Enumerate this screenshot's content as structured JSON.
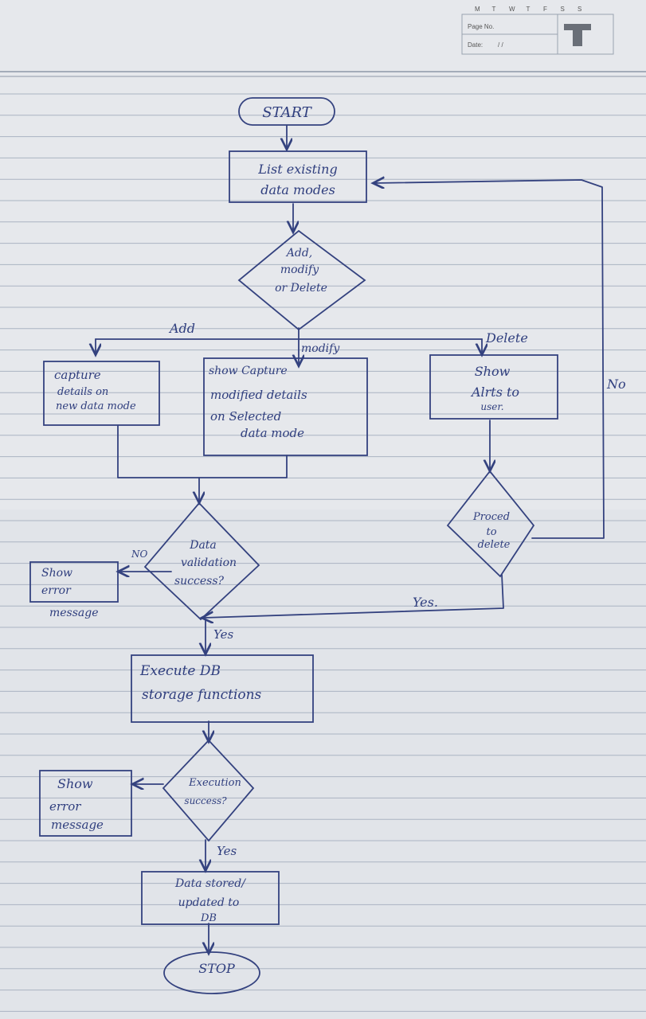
{
  "header": {
    "days": [
      "M",
      "T",
      "W",
      "T",
      "F",
      "S",
      "S"
    ],
    "page_no_label": "Page No.",
    "date_label": "Date:",
    "date_value": "/ /"
  },
  "nodes": {
    "start": "START",
    "list_existing": [
      "List existing",
      "data modes"
    ],
    "decision_add_modify_delete": [
      "Add,",
      "modify",
      "or Delete"
    ],
    "capture_new": [
      "capture",
      "details on",
      "new data mode"
    ],
    "capture_modified": [
      "show Capture",
      "modified details",
      "on Selected",
      "data mode"
    ],
    "show_alerts": [
      "Show",
      "Alrts to",
      "user."
    ],
    "decision_proceed_delete": [
      "Proced",
      "to",
      "delete"
    ],
    "decision_validation": [
      "Data",
      "validation",
      "success?"
    ],
    "show_error_1": [
      "Show",
      "error",
      "message"
    ],
    "execute_db": [
      "Execute DB",
      "storage functions"
    ],
    "decision_execution": [
      "Execution",
      "success?"
    ],
    "show_error_2": [
      "Show",
      "error",
      "message"
    ],
    "data_stored": [
      "Data stored/",
      "updated to",
      "DB"
    ],
    "stop": "STOP"
  },
  "edge_labels": {
    "add": "Add",
    "modify": "modify",
    "delete": "Delete",
    "no_loop": "No",
    "no_validation": "NO",
    "yes_validation": "Yes",
    "yes_delete": "Yes.",
    "yes_execution": "Yes"
  }
}
